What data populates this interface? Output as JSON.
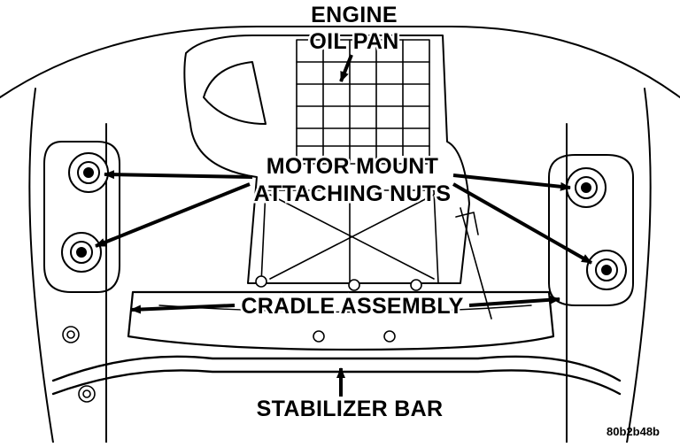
{
  "labels": {
    "engine": "ENGINE",
    "oil_pan": "OIL PAN",
    "motor_mount": "MOTOR MOUNT",
    "attaching_nuts": "ATTACHING NUTS",
    "cradle_assembly": "CRADLE ASSEMBLY",
    "stabilizer_bar": "STABILIZER BAR"
  },
  "figure_code": "80b2b48b",
  "colors": {
    "ink": "#000000",
    "paper": "#ffffff"
  }
}
